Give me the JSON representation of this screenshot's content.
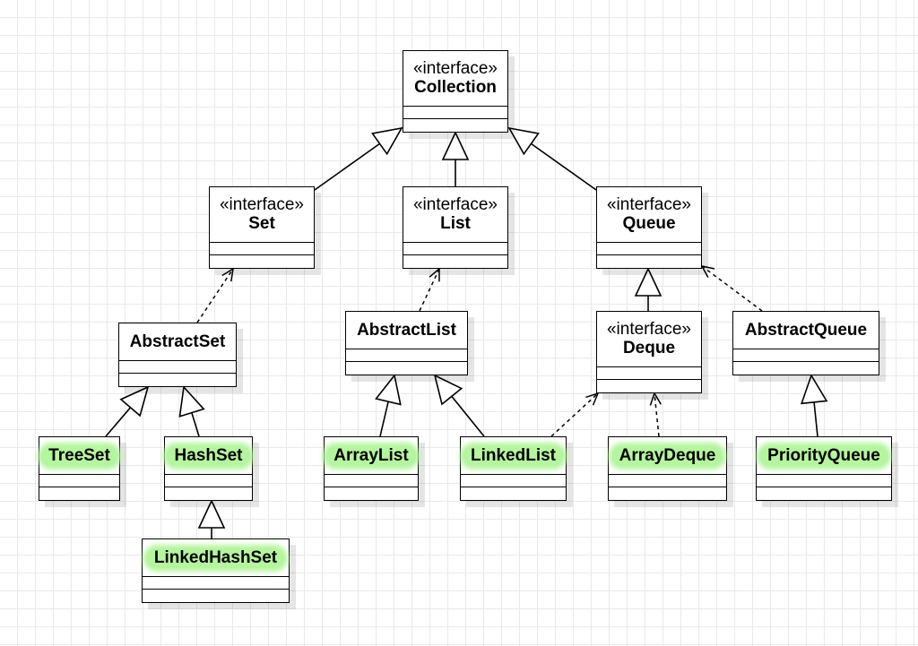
{
  "diagram": {
    "highlight_color": "#b6f5a0",
    "line_color": "#000000",
    "classes": {
      "collection": {
        "stereotype": "«interface»",
        "name": "Collection"
      },
      "set": {
        "stereotype": "«interface»",
        "name": "Set"
      },
      "list": {
        "stereotype": "«interface»",
        "name": "List"
      },
      "queue": {
        "stereotype": "«interface»",
        "name": "Queue"
      },
      "abstract_set": {
        "name": "AbstractSet"
      },
      "abstract_list": {
        "name": "AbstractList"
      },
      "deque": {
        "stereotype": "«interface»",
        "name": "Deque"
      },
      "abstract_queue": {
        "name": "AbstractQueue"
      },
      "tree_set": {
        "name": "TreeSet",
        "highlighted": true
      },
      "hash_set": {
        "name": "HashSet",
        "highlighted": true
      },
      "array_list": {
        "name": "ArrayList",
        "highlighted": true
      },
      "linked_list": {
        "name": "LinkedList",
        "highlighted": true
      },
      "array_deque": {
        "name": "ArrayDeque",
        "highlighted": true
      },
      "priority_queue": {
        "name": "PriorityQueue",
        "highlighted": true
      },
      "linked_hash_set": {
        "name": "LinkedHashSet",
        "highlighted": true
      }
    },
    "relations": [
      {
        "from": "set",
        "to": "collection",
        "type": "inheritance"
      },
      {
        "from": "list",
        "to": "collection",
        "type": "inheritance"
      },
      {
        "from": "queue",
        "to": "collection",
        "type": "inheritance"
      },
      {
        "from": "abstract_set",
        "to": "set",
        "type": "realization"
      },
      {
        "from": "abstract_list",
        "to": "list",
        "type": "realization"
      },
      {
        "from": "deque",
        "to": "queue",
        "type": "inheritance"
      },
      {
        "from": "abstract_queue",
        "to": "queue",
        "type": "realization"
      },
      {
        "from": "tree_set",
        "to": "abstract_set",
        "type": "inheritance"
      },
      {
        "from": "hash_set",
        "to": "abstract_set",
        "type": "inheritance"
      },
      {
        "from": "array_list",
        "to": "abstract_list",
        "type": "inheritance"
      },
      {
        "from": "linked_list",
        "to": "abstract_list",
        "type": "inheritance"
      },
      {
        "from": "linked_list",
        "to": "deque",
        "type": "realization"
      },
      {
        "from": "array_deque",
        "to": "deque",
        "type": "realization"
      },
      {
        "from": "priority_queue",
        "to": "abstract_queue",
        "type": "inheritance"
      },
      {
        "from": "linked_hash_set",
        "to": "hash_set",
        "type": "inheritance"
      }
    ]
  }
}
